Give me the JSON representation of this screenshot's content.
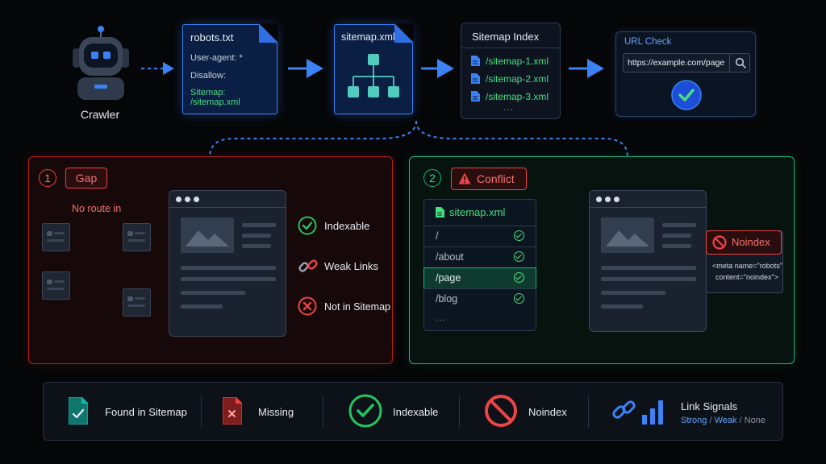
{
  "crawler": {
    "label": "Crawler"
  },
  "robots": {
    "title": "robots.txt",
    "line1": "User-agent: *",
    "line2": "Disallow:",
    "line3": "Sitemap: /sitemap.xml"
  },
  "sitemap_doc": {
    "title": "sitemap.xml"
  },
  "sitemap_index": {
    "title": "Sitemap Index",
    "items": [
      "/sitemap-1.xml",
      "/sitemap-2.xml",
      "/sitemap-3.xml"
    ],
    "more": "..."
  },
  "url_check": {
    "title": "URL Check",
    "value": "https://example.com/page"
  },
  "gap_panel": {
    "number": "1",
    "badge": "Gap",
    "no_route": "No route in",
    "items": [
      "Indexable",
      "Weak Links",
      "Not in Sitemap"
    ]
  },
  "conflict_panel": {
    "number": "2",
    "badge": "Conflict",
    "list_title": "sitemap.xml",
    "rows": [
      "/",
      "/about",
      "/page",
      "/blog"
    ],
    "more": "...",
    "noindex_badge": "Noindex",
    "meta_line1": "<meta name=\"robots\"",
    "meta_line2": "content=\"noindex\">"
  },
  "legend": {
    "found": "Found in Sitemap",
    "missing": "Missing",
    "indexable": "Indexable",
    "noindex": "Noindex",
    "link_signals": "Link Signals",
    "strong": "Strong",
    "weak": "Weak",
    "none": "None",
    "sep": "/"
  },
  "colors": {
    "accent_blue": "#3b82f6",
    "success_green": "#22c55e",
    "danger_red": "#ef4444"
  }
}
